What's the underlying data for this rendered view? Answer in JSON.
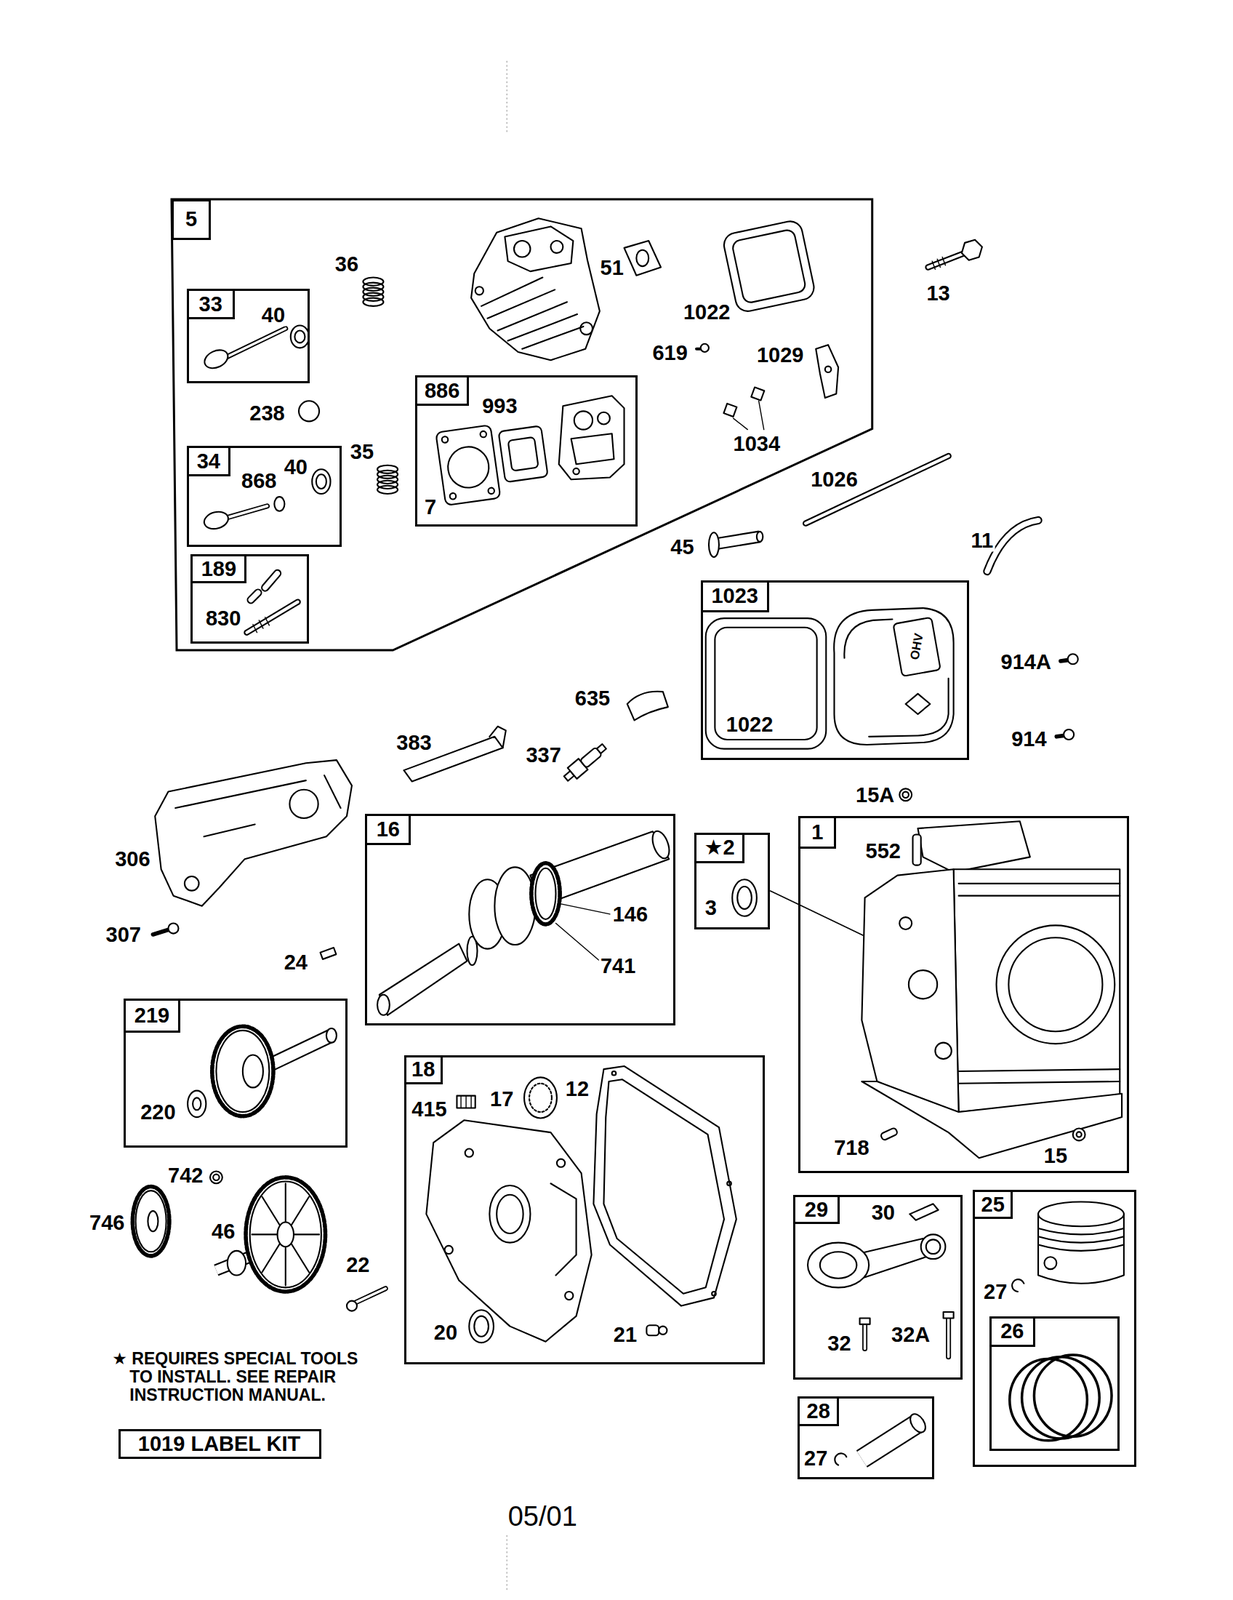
{
  "diagram": {
    "nodes": [
      {
        "text": [
          "5",
          "36",
          "51",
          "1022",
          "619",
          "1029",
          "238",
          "35",
          "1034"
        ]
      },
      {
        "text": [
          "33",
          "40"
        ],
        "in": 0
      },
      {
        "text": [
          "886",
          "993",
          "7"
        ],
        "in": 0
      },
      {
        "text": [
          "34",
          "868",
          "40"
        ],
        "in": 0
      },
      {
        "text": [
          "189",
          "830"
        ],
        "in": 0
      },
      {
        "text": [
          "1023",
          "1022"
        ]
      },
      {
        "text": [
          "16",
          "146",
          "741"
        ]
      },
      {
        "text": [
          "★2",
          "3"
        ]
      },
      {
        "text": [
          "1",
          "552",
          "718",
          "15"
        ]
      },
      {
        "text": [
          "219",
          "220"
        ]
      },
      {
        "text": [
          "18",
          "415",
          "17",
          "12",
          "20",
          "21"
        ]
      },
      {
        "text": [
          "29",
          "30",
          "32",
          "32A"
        ]
      },
      {
        "text": [
          "25",
          "27"
        ]
      },
      {
        "text": [
          "26"
        ],
        "in": 12
      },
      {
        "text": [
          "28",
          "27"
        ]
      },
      {
        "text": [
          "1019 LABEL KIT"
        ]
      }
    ],
    "edges": [
      {
        "from": 7,
        "to": 8,
        "arrow": "none"
      }
    ],
    "labels": [
      "13",
      "1026",
      "45",
      "11",
      "OHV",
      "914A",
      "635",
      "383",
      "337",
      "914",
      "15A",
      "306",
      "307",
      "24",
      "742",
      "746",
      "46",
      "22",
      "★ REQUIRES SPECIAL TOOLS TO INSTALL. SEE REPAIR INSTRUCTION MANUAL.",
      "05/01"
    ]
  }
}
